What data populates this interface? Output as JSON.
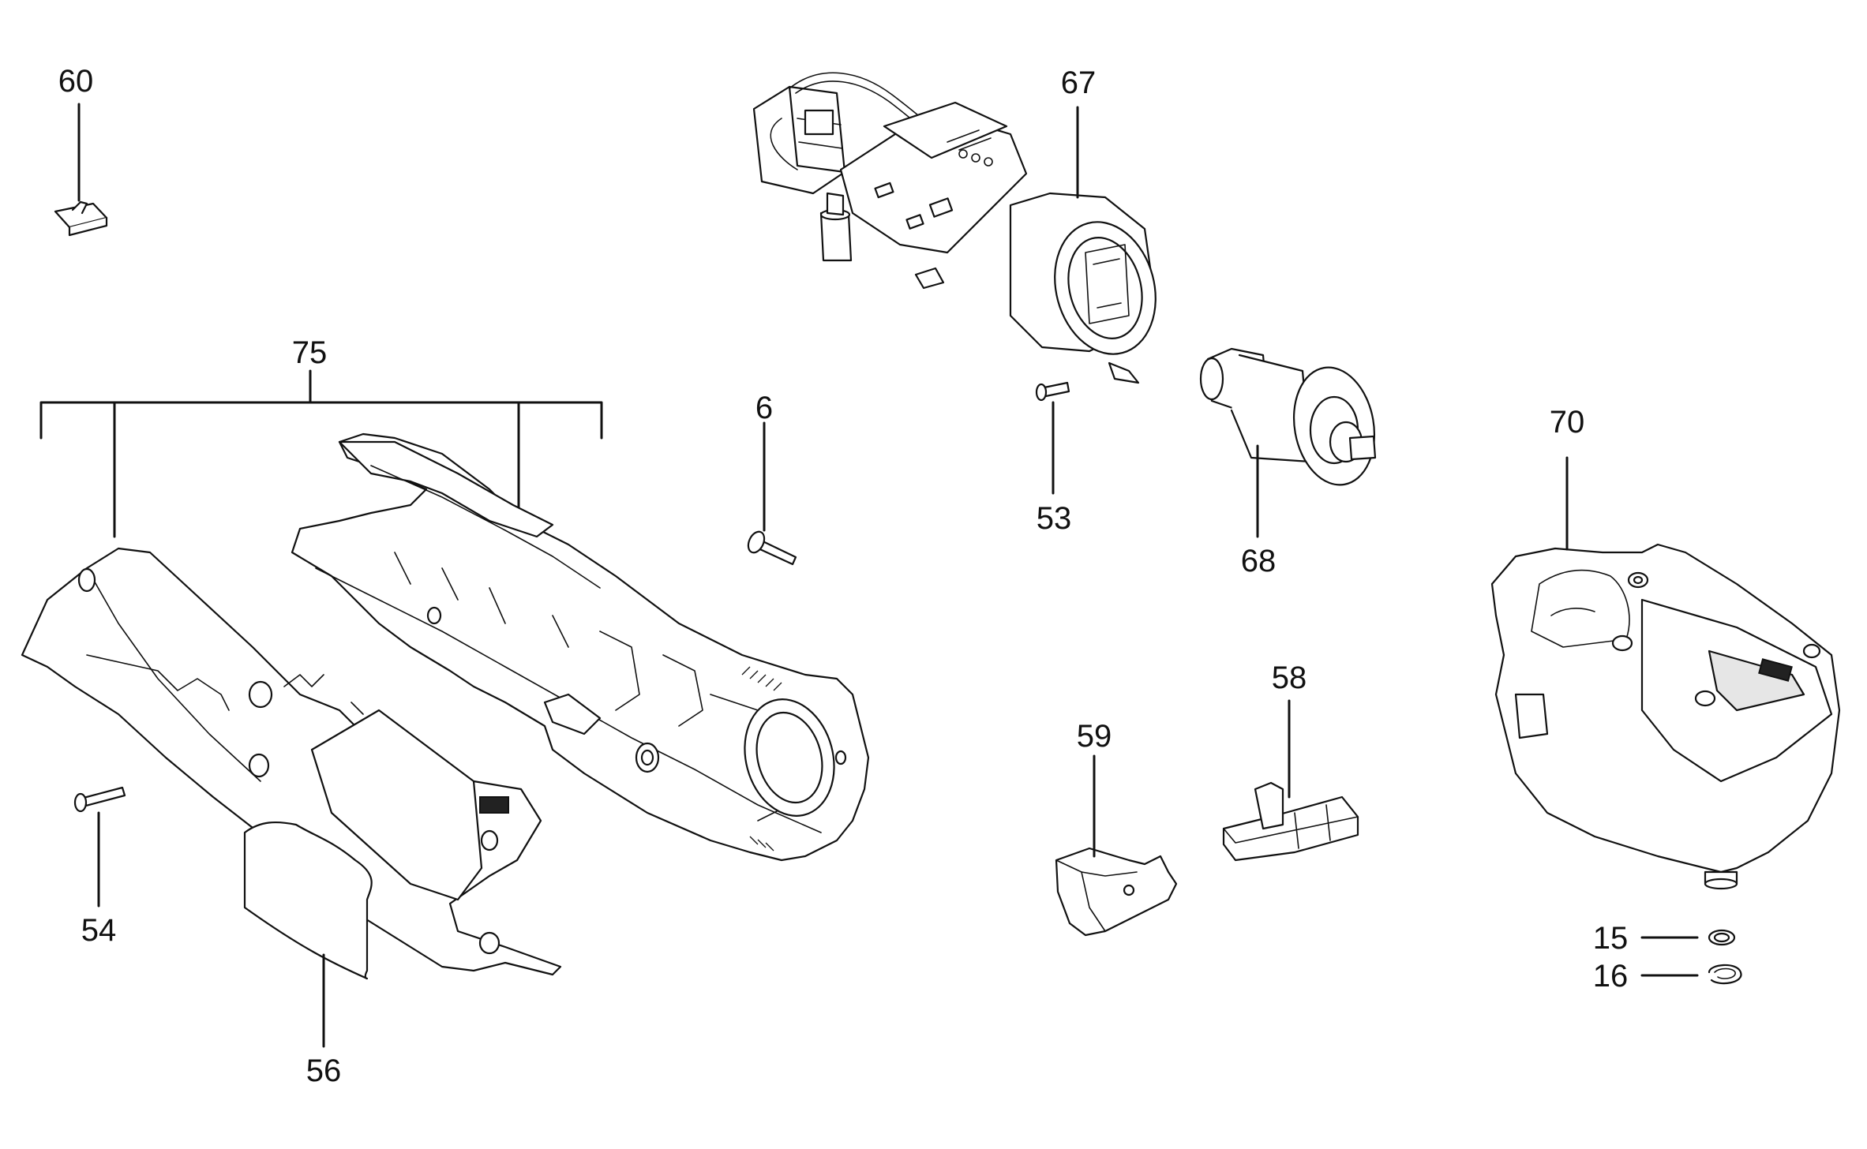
{
  "callouts": {
    "c60": "60",
    "c67": "67",
    "c75": "75",
    "c6": "6",
    "c53": "53",
    "c68": "68",
    "c70": "70",
    "c58": "58",
    "c59": "59",
    "c54": "54",
    "c56": "56",
    "c15": "15",
    "c16": "16"
  },
  "parts": [
    {
      "id": "60",
      "icon": "clip-icon"
    },
    {
      "id": "67",
      "icon": "electronics-assembly-icon"
    },
    {
      "id": "75",
      "icon": "housing-set-icon"
    },
    {
      "id": "6",
      "icon": "screw-icon"
    },
    {
      "id": "53",
      "icon": "screw-icon"
    },
    {
      "id": "68",
      "icon": "rotor-icon"
    },
    {
      "id": "70",
      "icon": "gear-head-icon"
    },
    {
      "id": "58",
      "icon": "switch-slider-icon"
    },
    {
      "id": "59",
      "icon": "cover-icon"
    },
    {
      "id": "54",
      "icon": "screw-icon"
    },
    {
      "id": "56",
      "icon": "label-icon"
    },
    {
      "id": "15",
      "icon": "washer-icon"
    },
    {
      "id": "16",
      "icon": "retaining-ring-icon"
    }
  ]
}
